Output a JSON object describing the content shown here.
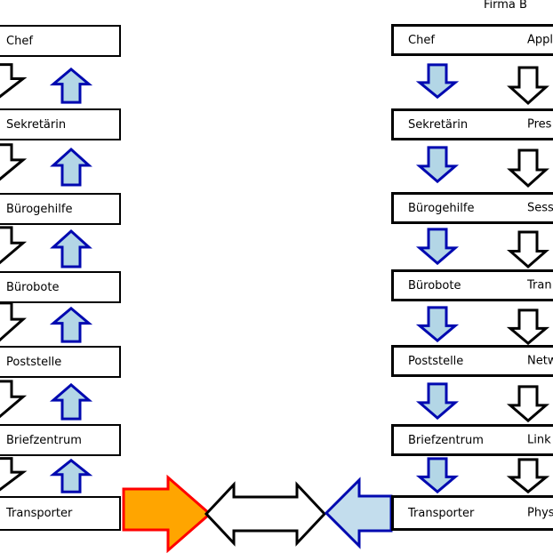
{
  "header": {
    "firm_b_label": "Firma B"
  },
  "left_column": {
    "boxes": [
      {
        "label": "Chef"
      },
      {
        "label": "Sekretärin"
      },
      {
        "label": "Bürogehilfe"
      },
      {
        "label": "Bürobote"
      },
      {
        "label": "Poststelle"
      },
      {
        "label": "Briefzentrum"
      },
      {
        "label": "Transporter"
      }
    ]
  },
  "right_column": {
    "boxes": [
      {
        "label": "Chef",
        "osi_label": "Appl"
      },
      {
        "label": "Sekretärin",
        "osi_label": "Pres"
      },
      {
        "label": "Bürogehilfe",
        "osi_label": "Sess"
      },
      {
        "label": "Bürobote",
        "osi_label": "Tran"
      },
      {
        "label": "Poststelle",
        "osi_label": "Netw"
      },
      {
        "label": "Briefzentrum",
        "osi_label": "Link"
      },
      {
        "label": "Transporter",
        "osi_label": "Phys"
      }
    ]
  },
  "icons": {
    "blue_up_arrow": "up-arrow",
    "blue_down_arrow": "down-arrow",
    "white_down_arrow": "down-arrow",
    "orange_right_arrow": "right-arrow",
    "white_double_arrow": "left-right-arrow",
    "blue_left_arrow": "left-arrow"
  },
  "colors": {
    "arrow_blue_fill": "#b3d6e6",
    "arrow_blue_border": "#0009b0",
    "arrow_white_fill": "#ffffff",
    "arrow_black_border": "#000000",
    "bottom_orange_fill": "#ffa500",
    "bottom_red_border": "#ff0000",
    "box_border": "#000000"
  }
}
